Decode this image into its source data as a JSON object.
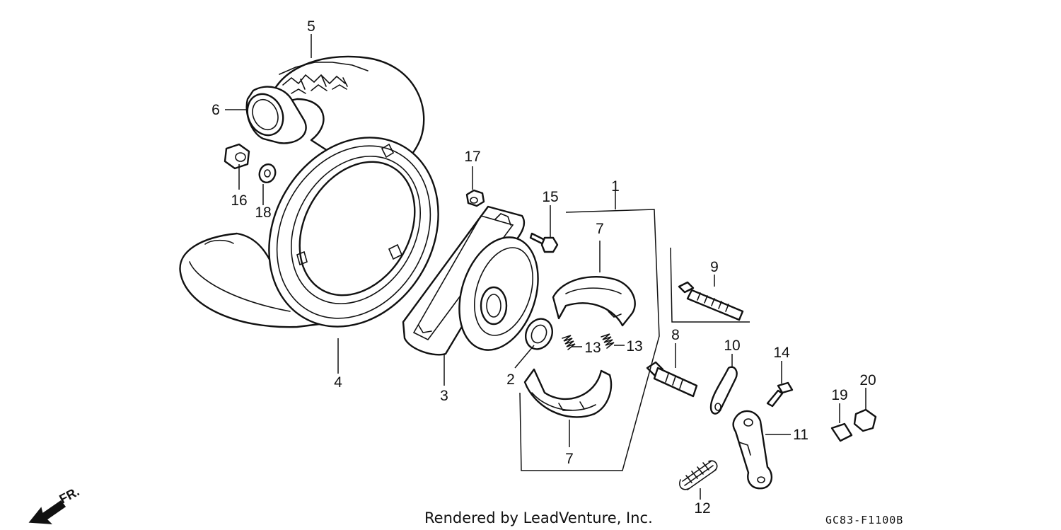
{
  "callouts": {
    "c1": "1",
    "c2": "2",
    "c3": "3",
    "c4": "4",
    "c5": "5",
    "c6": "6",
    "c7a": "7",
    "c7b": "7",
    "c8": "8",
    "c9": "9",
    "c10": "10",
    "c11": "11",
    "c12": "12",
    "c13a": "13",
    "c13b": "13",
    "c14": "14",
    "c15": "15",
    "c16": "16",
    "c17": "17",
    "c18": "18",
    "c19": "19",
    "c20": "20"
  },
  "footer": {
    "credit": "Rendered by LeadVenture, Inc.",
    "code": "GC83-F1100B"
  },
  "direction": {
    "label": "FR.",
    "icon": "front-direction-arrow-icon"
  },
  "colors": {
    "line": "#111111",
    "background": "#ffffff"
  }
}
